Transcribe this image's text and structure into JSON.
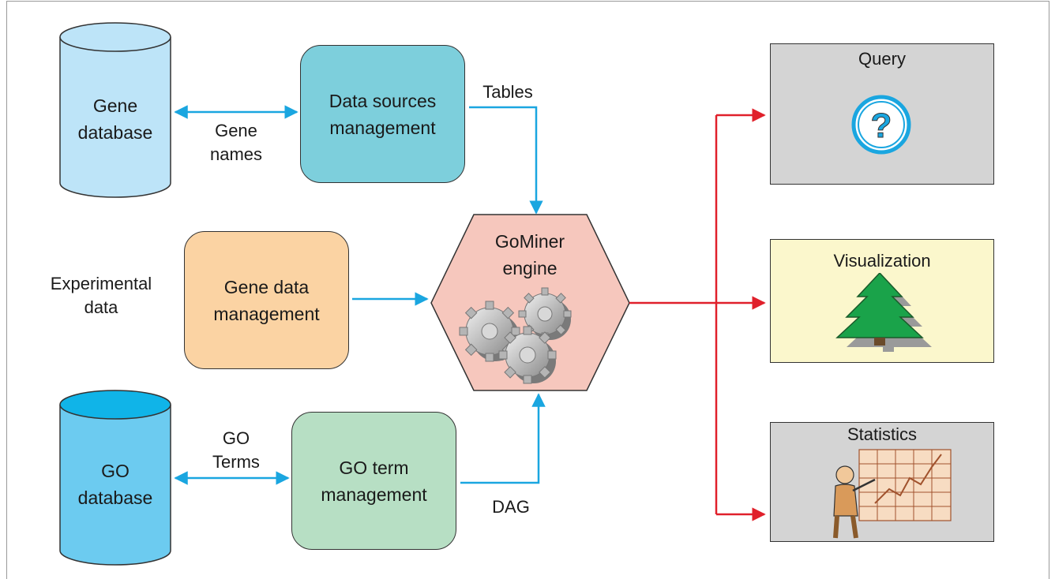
{
  "databases": {
    "gene": {
      "label": "Gene\ndatabase"
    },
    "go": {
      "label": "GO\ndatabase"
    }
  },
  "modules": {
    "data_sources": {
      "label": "Data sources\nmanagement"
    },
    "gene_data": {
      "label": "Gene data\nmanagement"
    },
    "go_term": {
      "label": "GO term\nmanagement"
    }
  },
  "engine": {
    "label": "GoMiner\nengine",
    "icon": "gears-icon"
  },
  "edge_labels": {
    "gene_names": "Gene\nnames",
    "tables": "Tables",
    "experimental": "Experimental\ndata",
    "go_terms": "GO\nTerms",
    "dag": "DAG"
  },
  "outputs": {
    "query": {
      "title": "Query",
      "icon": "question-icon"
    },
    "visualization": {
      "title": "Visualization",
      "icon": "tree-icon"
    },
    "statistics": {
      "title": "Statistics",
      "icon": "presenter-chart-icon"
    }
  },
  "colors": {
    "gene_db": "#bde4f8",
    "go_db": "#6ccbf0",
    "data_sources": "#7dcfdc",
    "gene_data": "#fbd3a3",
    "go_term": "#b7dfc4",
    "engine": "#f6c7bd",
    "query_bg": "#d4d4d4",
    "viz_bg": "#fbf7cc",
    "stats_bg": "#d4d4d4",
    "blue_arrow": "#1aa6e0",
    "red_arrow": "#e0202b"
  }
}
